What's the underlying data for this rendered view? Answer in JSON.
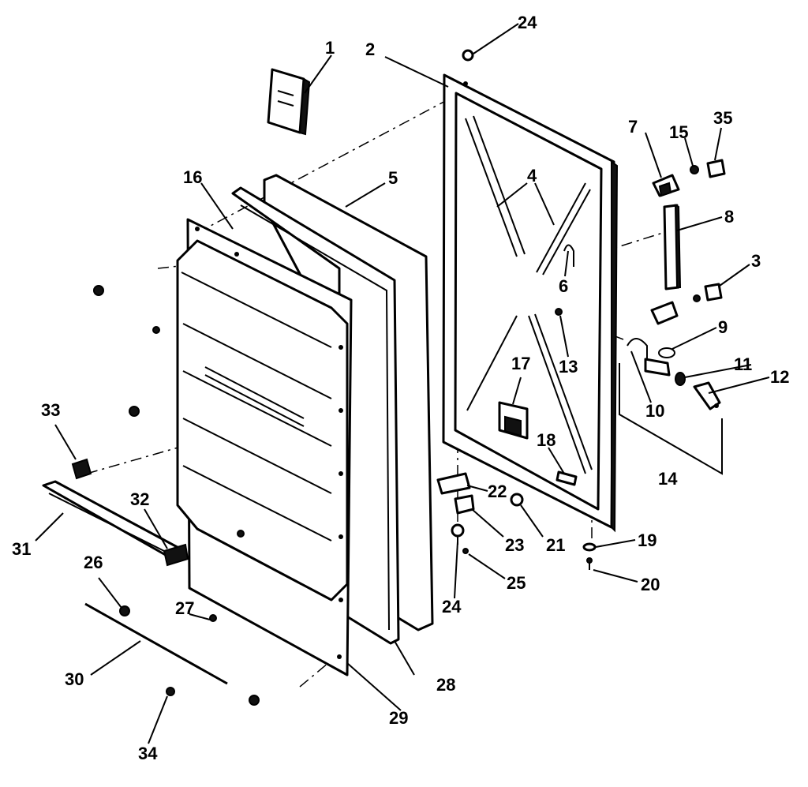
{
  "colors": {
    "ink": "#000000",
    "paper": "#ffffff"
  },
  "callouts": {
    "c1": "1",
    "c2": "2",
    "c3": "3",
    "c4": "4",
    "c5": "5",
    "c6": "6",
    "c7": "7",
    "c8": "8",
    "c9": "9",
    "c10": "10",
    "c11": "11",
    "c12": "12",
    "c13": "13",
    "c14": "14",
    "c15": "15",
    "c16": "16",
    "c17": "17",
    "c18": "18",
    "c19": "19",
    "c20": "20",
    "c21": "21",
    "c22": "22",
    "c23": "23",
    "c24a": "24",
    "c24b": "24",
    "c25": "25",
    "c26": "26",
    "c27": "27",
    "c28": "28",
    "c29": "29",
    "c30": "30",
    "c31": "31",
    "c32": "32",
    "c33": "33",
    "c34": "34",
    "c35": "35"
  }
}
